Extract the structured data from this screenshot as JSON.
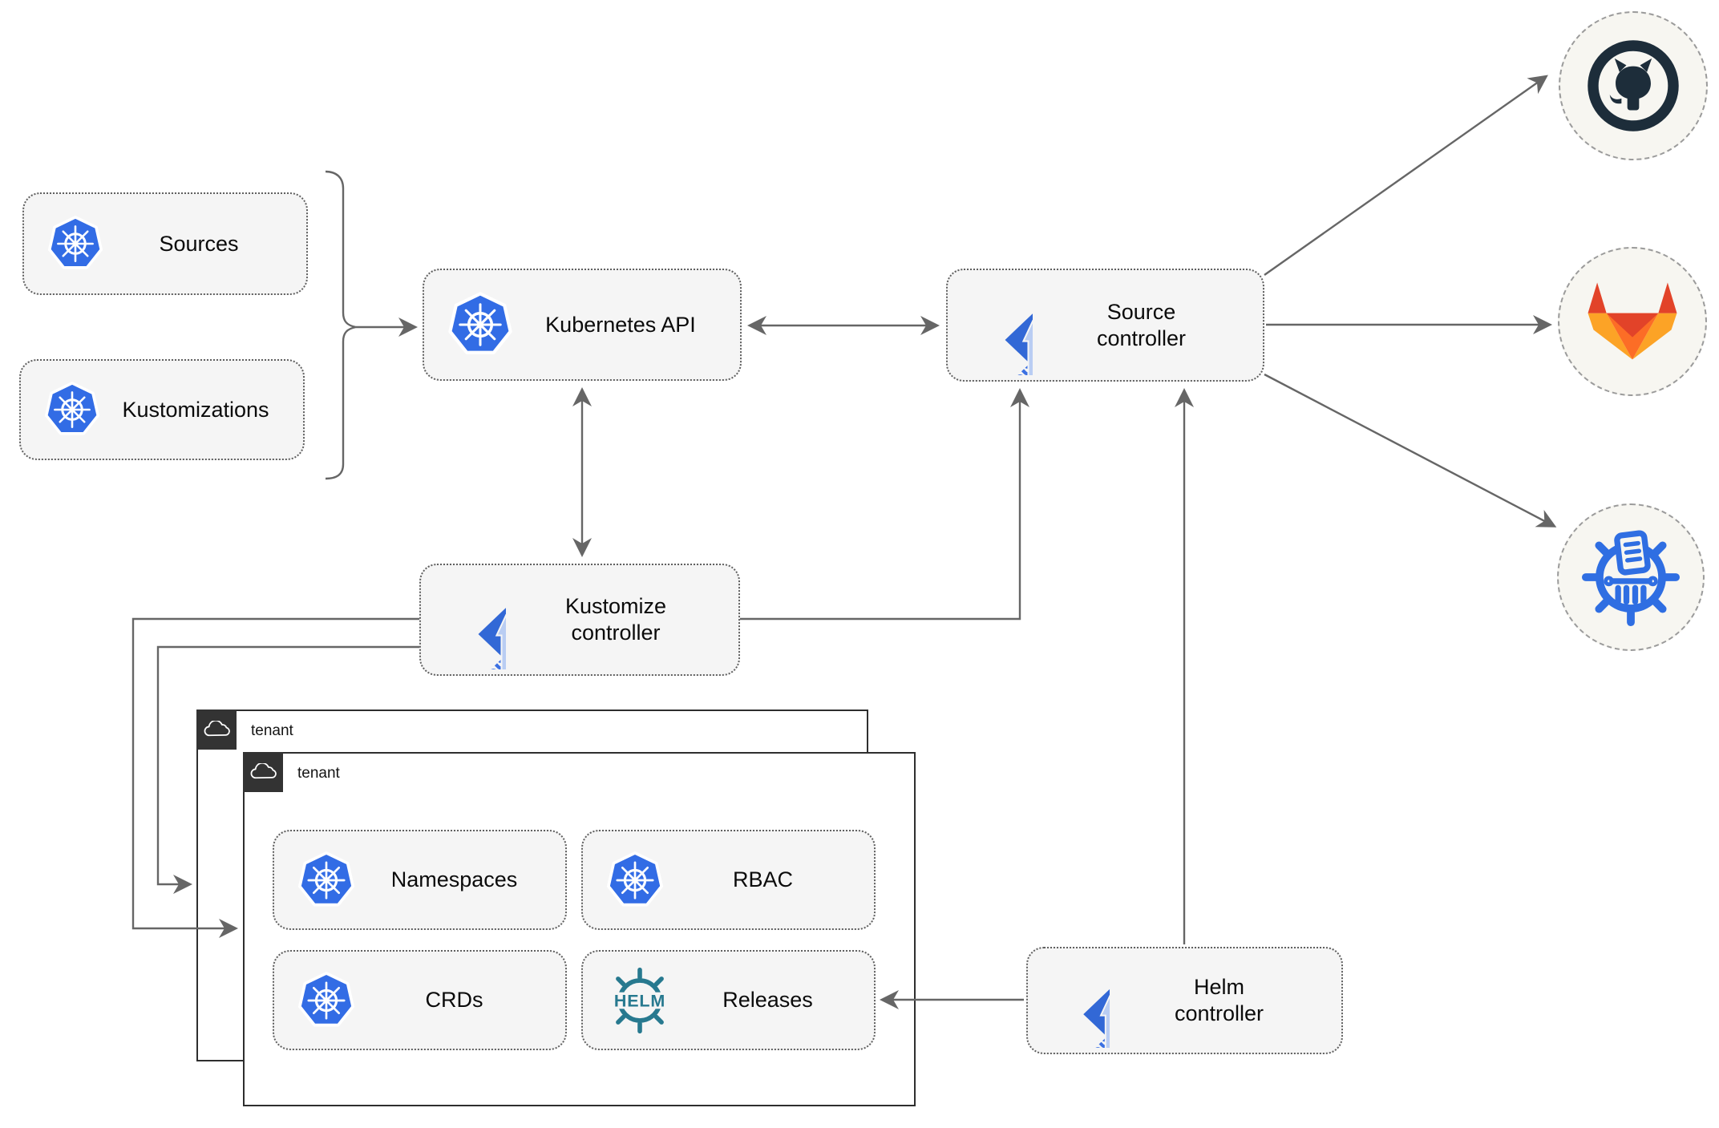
{
  "diagram": {
    "nodes": {
      "sources": {
        "label": "Sources",
        "icon": "kubernetes"
      },
      "kustomizations": {
        "label": "Kustomizations",
        "icon": "kubernetes"
      },
      "kubernetes_api": {
        "label": "Kubernetes API",
        "icon": "kubernetes"
      },
      "source_controller": {
        "label1": "Source",
        "label2": "controller",
        "icon": "flux"
      },
      "kustomize_controller": {
        "label1": "Kustomize",
        "label2": "controller",
        "icon": "flux"
      },
      "helm_controller": {
        "label1": "Helm",
        "label2": "controller",
        "icon": "flux"
      },
      "namespaces": {
        "label": "Namespaces",
        "icon": "kubernetes"
      },
      "rbac": {
        "label": "RBAC",
        "icon": "kubernetes"
      },
      "crds": {
        "label": "CRDs",
        "icon": "kubernetes"
      },
      "releases": {
        "label": "Releases",
        "icon": "helm"
      }
    },
    "groups": {
      "tenant_outer": {
        "label": "tenant",
        "icon": "cloud"
      },
      "tenant_inner": {
        "label": "tenant",
        "icon": "cloud"
      }
    },
    "endpoints": [
      {
        "name": "github",
        "icon": "github-icon"
      },
      {
        "name": "gitlab",
        "icon": "gitlab-icon"
      },
      {
        "name": "kustomize-registry",
        "icon": "kustomize-icon"
      }
    ],
    "logos": {
      "helm_text": "HELM"
    },
    "colors": {
      "kubernetes_blue": "#326ce5",
      "flux_blue": "#3268d6",
      "flux_arrow_light": "#b9cdf3",
      "helm_teal": "#27798f",
      "github_dark": "#1d2d3a",
      "gitlab_red": "#e24329",
      "gitlab_orange": "#fc6d26",
      "gitlab_amber": "#fca326",
      "registry_blue": "#2f6ee2",
      "arrow_gray": "#666666",
      "node_fill": "#f5f5f5",
      "tenant_border": "#2e2e2e"
    }
  }
}
